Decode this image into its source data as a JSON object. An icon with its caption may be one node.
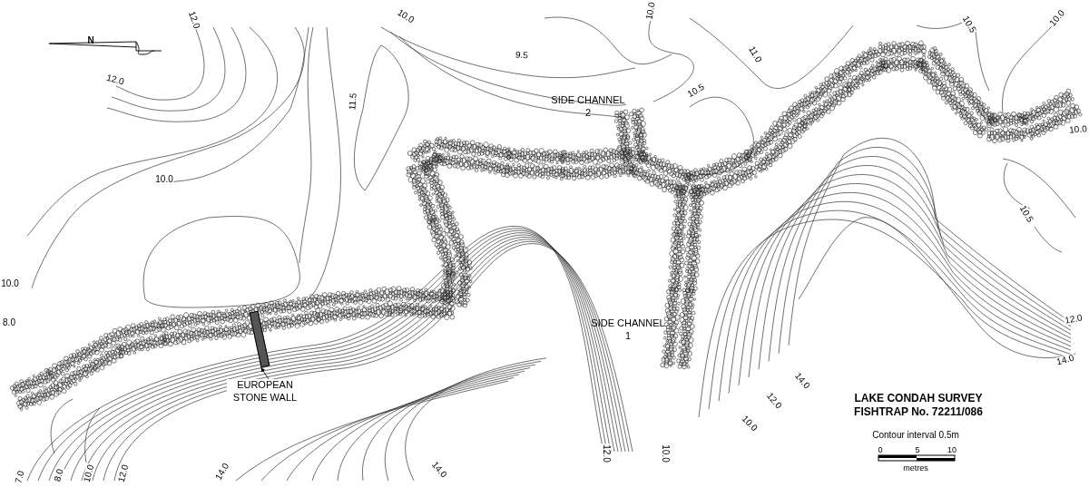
{
  "diagram": {
    "title": "LAKE CONDAH SURVEY FISHTRAP No. 72211/086",
    "nodes": [
      {
        "text": [
          "EUROPEAN STONE WALL"
        ]
      },
      {
        "text": [],
        "shape": "bar"
      }
    ],
    "edges": [
      {
        "from": 0,
        "to": 1,
        "arrow": "to"
      }
    ],
    "labels": [
      "N",
      "12.0",
      "10.0",
      "10.0",
      "10.5",
      "10.0",
      "9.5",
      "11.0",
      "12.0",
      "SIDE CHANNEL 2",
      "10.5",
      "11.5",
      "10.0",
      "10.0",
      "10.5",
      "10.0",
      "8.0",
      "SIDE CHANNEL 1",
      "12.0",
      "14.0",
      "14.0",
      "12.0",
      "10.0",
      "Contour interval 0.5m",
      "0",
      "5",
      "10",
      "metres",
      "12.0",
      "10.0",
      "7.0",
      "8.0",
      "10.0",
      "12.0",
      "14.0",
      "14.0"
    ]
  }
}
